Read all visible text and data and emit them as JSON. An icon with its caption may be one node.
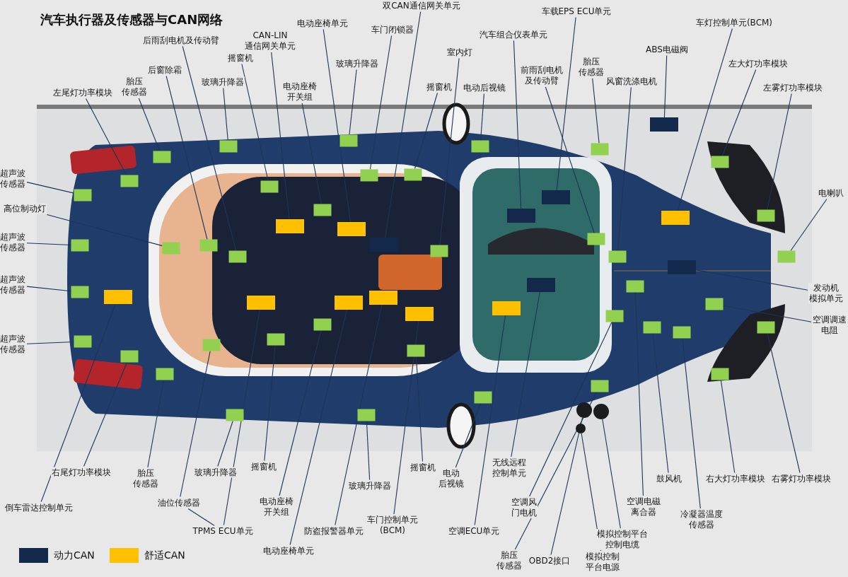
{
  "diagram": {
    "title": "汽车执行器及传感器与CAN网络",
    "nodes": [
      {
        "text": [
          "左尾灯功率模块"
        ]
      },
      {
        "text": [
          "胎压传感器"
        ]
      },
      {
        "text": [
          "后窗除霜"
        ]
      },
      {
        "text": [
          "后雨刮电机及传动臂"
        ]
      },
      {
        "text": [
          "玻璃升降器"
        ]
      },
      {
        "text": [
          "摇窗机"
        ]
      },
      {
        "text": [
          "CAN-LIN 通信网关单元"
        ]
      },
      {
        "text": [
          "电动座椅开关组"
        ]
      },
      {
        "text": [
          "电动座椅单元"
        ]
      },
      {
        "text": [
          "玻璃升降器"
        ]
      },
      {
        "text": [
          "车门闭锁器"
        ]
      },
      {
        "text": [
          "双CAN通信网关单元"
        ]
      },
      {
        "text": [
          "摇窗机"
        ]
      },
      {
        "text": [
          "室内灯"
        ]
      },
      {
        "text": [
          "电动后视镜"
        ]
      },
      {
        "text": [
          "汽车组合仪表单元"
        ]
      },
      {
        "text": [
          "前雨刮电机及传动臂"
        ]
      },
      {
        "text": [
          "车载EPS ECU单元"
        ]
      },
      {
        "text": [
          "胎压传感器"
        ]
      },
      {
        "text": [
          "ABS电磁阀"
        ]
      },
      {
        "text": [
          "风窗洗涤电机"
        ]
      },
      {
        "text": [
          "车灯控制单元(BCM)"
        ]
      },
      {
        "text": [
          "左大灯功率模块"
        ]
      },
      {
        "text": [
          "左雾灯功率模块"
        ]
      },
      {
        "text": [
          "电喇叭"
        ]
      },
      {
        "text": [
          "发动机模拟单元"
        ]
      },
      {
        "text": [
          "空调调速电阻"
        ]
      },
      {
        "text": [
          "超声波传感器"
        ]
      },
      {
        "text": [
          "高位制动灯"
        ]
      },
      {
        "text": [
          "超声波传感器"
        ]
      },
      {
        "text": [
          "超声波传感器"
        ]
      },
      {
        "text": [
          "超声波传感器"
        ]
      },
      {
        "text": [
          "右尾灯功率模块"
        ]
      },
      {
        "text": [
          "倒车雷达控制单元"
        ]
      },
      {
        "text": [
          "胎压传感器"
        ]
      },
      {
        "text": [
          "油位传感器"
        ]
      },
      {
        "text": [
          "玻璃升降器"
        ]
      },
      {
        "text": [
          "摇窗机"
        ]
      },
      {
        "text": [
          "TPMS ECU单元"
        ]
      },
      {
        "text": [
          "电动座椅开关组"
        ]
      },
      {
        "text": [
          "电动座椅单元"
        ]
      },
      {
        "text": [
          "防盗报警器单元"
        ]
      },
      {
        "text": [
          "玻璃升降器"
        ]
      },
      {
        "text": [
          "车门控制单元(BCM)"
        ]
      },
      {
        "text": [
          "摇窗机"
        ]
      },
      {
        "text": [
          "电动后视镜"
        ]
      },
      {
        "text": [
          "无线远程控制单元"
        ]
      },
      {
        "text": [
          "空调ECU单元"
        ]
      },
      {
        "text": [
          "空调风门电机"
        ]
      },
      {
        "text": [
          "胎压传感器"
        ]
      },
      {
        "text": [
          "OBD2接口"
        ]
      },
      {
        "text": [
          "模拟控制平台电源"
        ]
      },
      {
        "text": [
          "模拟控制平台控制电缆"
        ]
      },
      {
        "text": [
          "空调电磁离合器"
        ]
      },
      {
        "text": [
          "鼓风机"
        ]
      },
      {
        "text": [
          "冷凝器温度传感器"
        ]
      },
      {
        "text": [
          "右大灯功率模块"
        ]
      },
      {
        "text": [
          "右雾灯功率模块"
        ]
      },
      {
        "text": [],
        "shape": "box"
      },
      {
        "text": [],
        "shape": "box"
      },
      {
        "text": [],
        "shape": "box"
      },
      {
        "text": [],
        "shape": "box"
      },
      {
        "text": [],
        "shape": "box"
      },
      {
        "text": [],
        "shape": "box"
      },
      {
        "text": [],
        "shape": "box"
      },
      {
        "text": [],
        "shape": "box"
      },
      {
        "text": [],
        "shape": "box"
      },
      {
        "text": [],
        "shape": "box"
      },
      {
        "text": [],
        "shape": "box"
      },
      {
        "text": [],
        "shape": "box"
      },
      {
        "text": [],
        "shape": "box"
      },
      {
        "text": [],
        "shape": "box"
      },
      {
        "text": [],
        "shape": "box"
      },
      {
        "text": [],
        "shape": "box"
      },
      {
        "text": [],
        "shape": "box"
      },
      {
        "text": [],
        "shape": "box"
      },
      {
        "text": [],
        "shape": "box"
      },
      {
        "text": [],
        "shape": "box"
      },
      {
        "text": [],
        "shape": "box"
      },
      {
        "text": [],
        "shape": "box"
      },
      {
        "text": [],
        "shape": "box"
      },
      {
        "text": [],
        "shape": "box"
      },
      {
        "text": [],
        "shape": "box"
      },
      {
        "text": [],
        "shape": "box"
      },
      {
        "text": [],
        "shape": "box"
      },
      {
        "text": [],
        "shape": "box"
      },
      {
        "text": [],
        "shape": "box"
      },
      {
        "text": [],
        "shape": "box"
      },
      {
        "text": [],
        "shape": "box"
      },
      {
        "text": [],
        "shape": "box"
      },
      {
        "text": [],
        "shape": "box"
      },
      {
        "text": [],
        "shape": "box"
      },
      {
        "text": [],
        "shape": "box"
      },
      {
        "text": [],
        "shape": "box"
      },
      {
        "text": [],
        "shape": "box"
      },
      {
        "text": [],
        "shape": "box"
      },
      {
        "text": [],
        "shape": "box"
      },
      {
        "text": [],
        "shape": "box"
      },
      {
        "text": [],
        "shape": "box"
      },
      {
        "text": [],
        "shape": "box"
      },
      {
        "text": [],
        "shape": "box"
      },
      {
        "text": [],
        "shape": "box"
      },
      {
        "text": [],
        "shape": "box"
      },
      {
        "text": [],
        "shape": "box"
      },
      {
        "text": [],
        "shape": "box"
      },
      {
        "text": [],
        "shape": "box"
      },
      {
        "text": [],
        "shape": "box"
      },
      {
        "text": [],
        "shape": "box"
      },
      {
        "text": [],
        "shape": "circle"
      },
      {
        "text": [],
        "shape": "circle"
      },
      {
        "text": [],
        "shape": "circle"
      },
      {
        "text": [],
        "shape": "box"
      },
      {
        "text": [],
        "shape": "box"
      },
      {
        "text": [],
        "shape": "box"
      },
      {
        "text": [],
        "shape": "box"
      },
      {
        "text": [],
        "shape": "box"
      }
    ],
    "edges": [
      {
        "from": 0,
        "to": 58,
        "arrow": "none"
      },
      {
        "from": 1,
        "to": 59,
        "arrow": "none"
      },
      {
        "from": 2,
        "to": 60,
        "arrow": "none"
      },
      {
        "from": 3,
        "to": 61,
        "arrow": "none"
      },
      {
        "from": 4,
        "to": 62,
        "arrow": "none"
      },
      {
        "from": 5,
        "to": 63,
        "arrow": "none"
      },
      {
        "from": 6,
        "to": 64,
        "arrow": "none"
      },
      {
        "from": 7,
        "to": 65,
        "arrow": "none"
      },
      {
        "from": 8,
        "to": 66,
        "arrow": "none"
      },
      {
        "from": 9,
        "to": 67,
        "arrow": "none"
      },
      {
        "from": 10,
        "to": 68,
        "arrow": "none"
      },
      {
        "from": 11,
        "to": 69,
        "arrow": "none"
      },
      {
        "from": 12,
        "to": 70,
        "arrow": "none"
      },
      {
        "from": 13,
        "to": 71,
        "arrow": "none"
      },
      {
        "from": 14,
        "to": 72,
        "arrow": "none"
      },
      {
        "from": 15,
        "to": 73,
        "arrow": "none"
      },
      {
        "from": 16,
        "to": 74,
        "arrow": "none"
      },
      {
        "from": 17,
        "to": 75,
        "arrow": "none"
      },
      {
        "from": 18,
        "to": 76,
        "arrow": "none"
      },
      {
        "from": 19,
        "to": 77,
        "arrow": "none"
      },
      {
        "from": 20,
        "to": 78,
        "arrow": "none"
      },
      {
        "from": 21,
        "to": 79,
        "arrow": "none"
      },
      {
        "from": 22,
        "to": 80,
        "arrow": "none"
      },
      {
        "from": 23,
        "to": 81,
        "arrow": "none"
      },
      {
        "from": 24,
        "to": 82,
        "arrow": "none"
      },
      {
        "from": 25,
        "to": 83,
        "arrow": "none"
      },
      {
        "from": 26,
        "to": 84,
        "arrow": "none"
      },
      {
        "from": 27,
        "to": 85,
        "arrow": "none"
      },
      {
        "from": 28,
        "to": 86,
        "arrow": "none"
      },
      {
        "from": 29,
        "to": 87,
        "arrow": "none"
      },
      {
        "from": 30,
        "to": 88,
        "arrow": "none"
      },
      {
        "from": 31,
        "to": 89,
        "arrow": "none"
      },
      {
        "from": 32,
        "to": 90,
        "arrow": "none"
      },
      {
        "from": 33,
        "to": 91,
        "arrow": "none"
      },
      {
        "from": 34,
        "to": 92,
        "arrow": "none"
      },
      {
        "from": 35,
        "to": 93,
        "arrow": "none"
      },
      {
        "from": 36,
        "to": 94,
        "arrow": "none"
      },
      {
        "from": 37,
        "to": 95,
        "arrow": "none"
      },
      {
        "from": 38,
        "to": 96,
        "arrow": "none"
      },
      {
        "from": 39,
        "to": 97,
        "arrow": "none"
      },
      {
        "from": 40,
        "to": 98,
        "arrow": "none"
      },
      {
        "from": 41,
        "to": 99,
        "arrow": "none"
      },
      {
        "from": 42,
        "to": 100,
        "arrow": "none"
      },
      {
        "from": 43,
        "to": 101,
        "arrow": "none"
      },
      {
        "from": 44,
        "to": 102,
        "arrow": "none"
      },
      {
        "from": 45,
        "to": 103,
        "arrow": "none"
      },
      {
        "from": 46,
        "to": 104,
        "arrow": "none"
      },
      {
        "from": 47,
        "to": 105,
        "arrow": "none"
      },
      {
        "from": 48,
        "to": 106,
        "arrow": "none"
      },
      {
        "from": 49,
        "to": 107,
        "arrow": "none"
      },
      {
        "from": 50,
        "to": 108,
        "arrow": "none"
      },
      {
        "from": 51,
        "to": 109,
        "arrow": "none"
      },
      {
        "from": 52,
        "to": 110,
        "arrow": "none"
      },
      {
        "from": 53,
        "to": 111,
        "arrow": "none"
      },
      {
        "from": 54,
        "to": 112,
        "arrow": "none"
      },
      {
        "from": 55,
        "to": 113,
        "arrow": "none"
      },
      {
        "from": 56,
        "to": 114,
        "arrow": "none"
      },
      {
        "from": 57,
        "to": 115,
        "arrow": "none"
      },
      {
        "from": 35,
        "to": 38,
        "arrow": "none"
      }
    ],
    "legend": [
      {
        "text": "动力CAN",
        "color": "#13294b"
      },
      {
        "text": "舒适CAN",
        "color": "#ffc000"
      }
    ]
  }
}
